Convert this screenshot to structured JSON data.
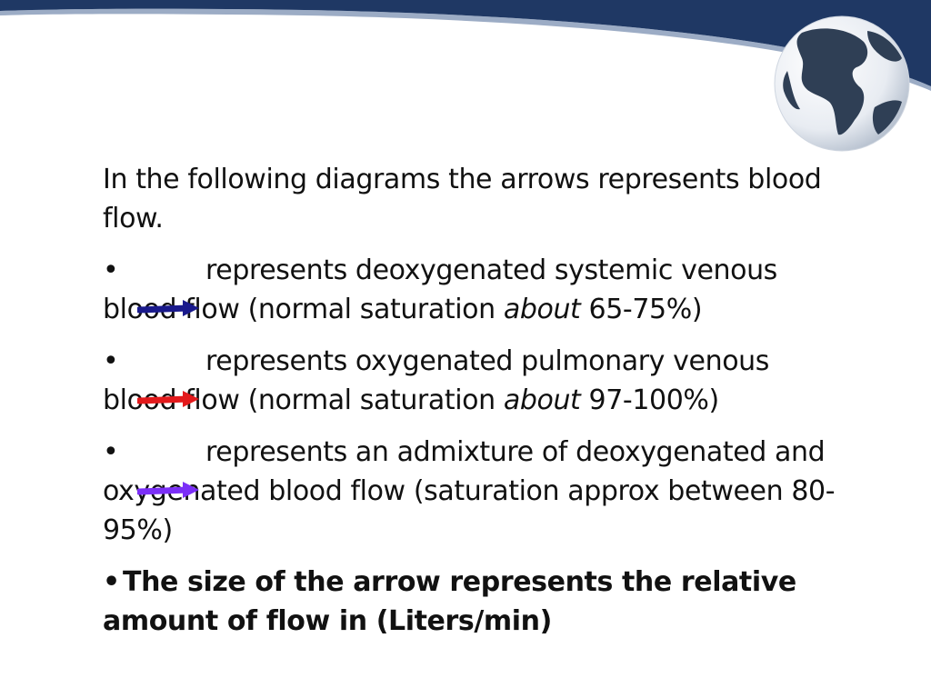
{
  "slide": {
    "intro": "In the following diagrams the arrows represents blood flow.",
    "items": [
      {
        "bullet": "•",
        "text_before": "represents deoxygenated systemic venous blood flow (normal saturation ",
        "emphasis": "about",
        "text_after": " 65-75%)",
        "arrow_color": "#1a1a8c"
      },
      {
        "bullet": "•",
        "text_before": "represents oxygenated pulmonary venous blood flow (normal saturation ",
        "emphasis": "about",
        "text_after": " 97-100%)",
        "arrow_color": "#e31a1c"
      },
      {
        "bullet": "•",
        "text_before": "represents an admixture of deoxygenated and oxygenated blood flow (saturation approx between 80-95%)",
        "emphasis": "",
        "text_after": "",
        "arrow_color": "#7b2ff7"
      }
    ],
    "note_bullet": "•",
    "note": "The size of the arrow represents the relative amount of flow in (Liters/min)"
  },
  "theme": {
    "band_color": "#1f3864",
    "globe_icon": "globe-icon"
  }
}
